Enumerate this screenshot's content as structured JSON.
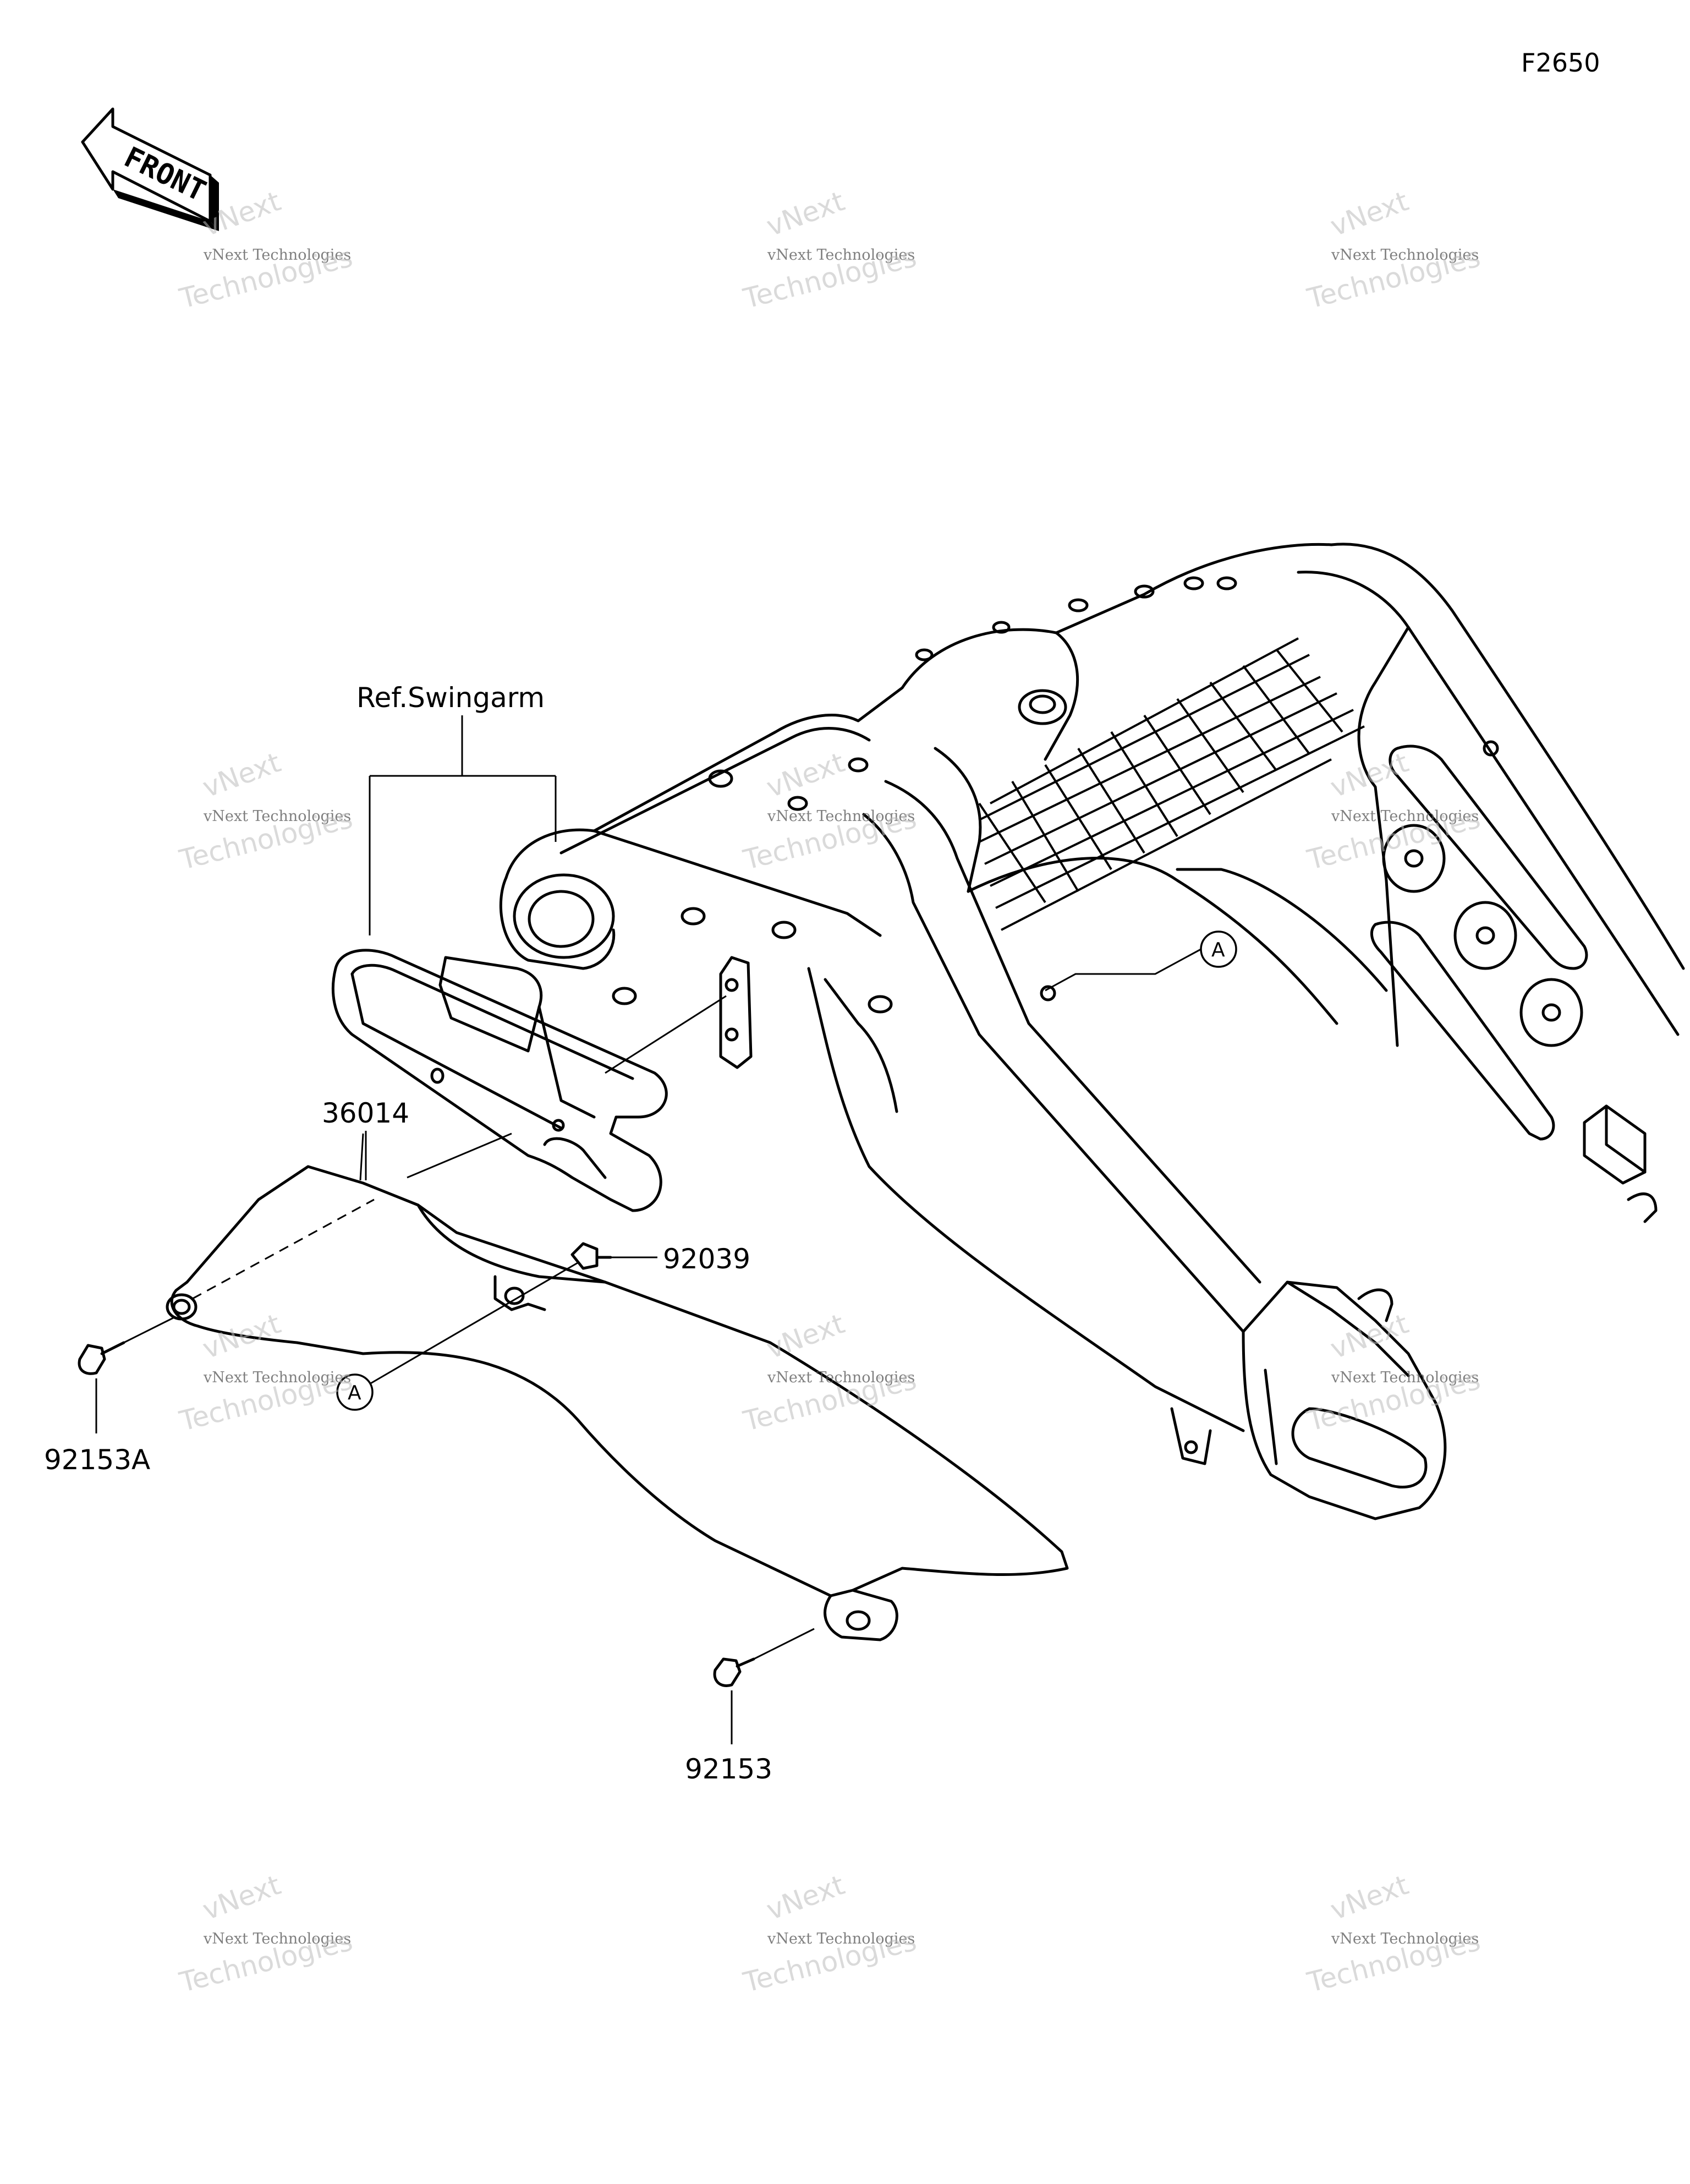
{
  "figure_code": "F2650",
  "front_label": "FRONT",
  "callout_letter": "A",
  "reference_label": "Ref.Swingarm",
  "parts": [
    {
      "id": "cover",
      "number": "36014"
    },
    {
      "id": "rivet",
      "number": "92039"
    },
    {
      "id": "bolt-a",
      "number": "92153A"
    },
    {
      "id": "bolt",
      "number": "92153"
    }
  ],
  "watermark": {
    "brand": "vNext",
    "small_text": "vNext Technologies",
    "big_text": "Technologies"
  }
}
